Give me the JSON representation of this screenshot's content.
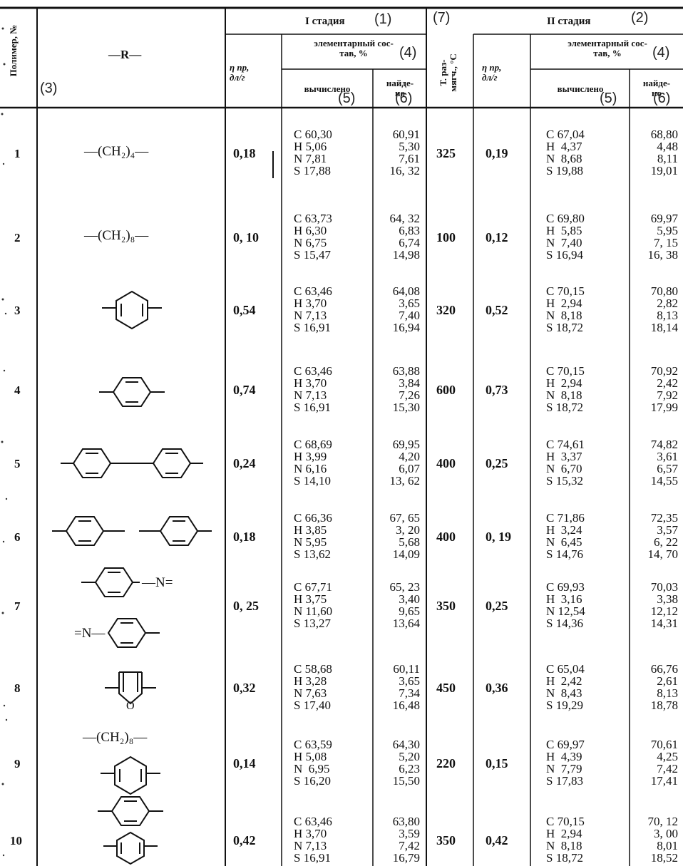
{
  "header": {
    "polymer_no": "Полимер, №",
    "r_group": "—R—",
    "stage1": "I стадия",
    "stage2": "II стадия",
    "elem_comp": "элементарный сос-\nтав, %",
    "calculated": "вычислено",
    "found": "найде-\nно",
    "viscosity": "η пр,\nдл/г",
    "softening_temp": "Т. раз-\nмягч., °С"
  },
  "annotations": [
    "(1)",
    "(2)",
    "(3)",
    "(4)",
    "(5)",
    "(6)",
    "(7)"
  ],
  "rows": [
    {
      "no": "1",
      "r": "—(CH₂)₄—",
      "eta1": "0,18",
      "calc1": [
        "C 60,30",
        "H 5,06",
        "N 7,81",
        "S 17,88"
      ],
      "found1": [
        "60,91",
        "5,30",
        "7,61",
        "16, 32"
      ],
      "t": "325",
      "eta2": "0,19",
      "calc2": [
        "C 67,04",
        "H  4,37",
        "N  8,68",
        "S 19,88"
      ],
      "found2": [
        "68,80",
        "4,48",
        "8,11",
        "19,01"
      ]
    },
    {
      "no": "2",
      "r": "—(CH₂)₈—",
      "eta1": "0, 10",
      "calc1": [
        "C 63,73",
        "H 6,30",
        "N 6,75",
        "S 15,47"
      ],
      "found1": [
        "64, 32",
        "6,83",
        "6,74",
        "14,98"
      ],
      "t": "100",
      "eta2": "0,12",
      "calc2": [
        "C 69,80",
        "H  5,85",
        "N  7,40",
        "S 16,94"
      ],
      "found2": [
        "69,97",
        "5,95",
        "7, 15",
        "16, 38"
      ]
    },
    {
      "no": "3",
      "r": "m-phenylene",
      "eta1": "0,54",
      "calc1": [
        "C 63,46",
        "H 3,70",
        "N 7,13",
        "S 16,91"
      ],
      "found1": [
        "64,08",
        "3,65",
        "7,40",
        "16,94"
      ],
      "t": "320",
      "eta2": "0,52",
      "calc2": [
        "C 70,15",
        "H  2,94",
        "N  8,18",
        "S 18,72"
      ],
      "found2": [
        "70,80",
        "2,82",
        "8,13",
        "18,14"
      ]
    },
    {
      "no": "4",
      "r": "p-phenylene",
      "eta1": "0,74",
      "calc1": [
        "C 63,46",
        "H 3,70",
        "N 7,13",
        "S 16,91"
      ],
      "found1": [
        "63,88",
        "3,84",
        "7,26",
        "15,30"
      ],
      "t": "600",
      "eta2": "0,73",
      "calc2": [
        "C 70,15",
        "H  2,94",
        "N  8,18",
        "S 18,72"
      ],
      "found2": [
        "70,92",
        "2,42",
        "7,92",
        "17,99"
      ]
    },
    {
      "no": "5",
      "r": "biphenylene",
      "eta1": "0,24",
      "calc1": [
        "C 68,69",
        "H 3,99",
        "N 6,16",
        "S 14,10"
      ],
      "found1": [
        "69,95",
        "4,20",
        "6,07",
        "13, 62"
      ],
      "t": "400",
      "eta2": "0,25",
      "calc2": [
        "C 74,61",
        "H  3,37",
        "N  6,70",
        "S 15,32"
      ],
      "found2": [
        "74,82",
        "3,61",
        "6,57",
        "14,55"
      ]
    },
    {
      "no": "6",
      "r": "diphenyl ether",
      "eta1": "0,18",
      "calc1": [
        "C 66,36",
        "H 3,85",
        "N 5,95",
        "S 13,62"
      ],
      "found1": [
        "67, 65",
        "3, 20",
        "5,68",
        "14,09"
      ],
      "t": "400",
      "eta2": "0, 19",
      "calc2": [
        "C 71,86",
        "H  3,24",
        "N  6,45",
        "S 14,76"
      ],
      "found2": [
        "72,35",
        "3,57",
        "6, 22",
        "14, 70"
      ]
    },
    {
      "no": "7",
      "r": "azobenzene",
      "eta1": "0, 25",
      "calc1": [
        "C 67,71",
        "H 3,75",
        "N 11,60",
        "S 13,27"
      ],
      "found1": [
        "65, 23",
        "3,40",
        "9,65",
        "13,64"
      ],
      "t": "350",
      "eta2": "0,25",
      "calc2": [
        "C 69,93",
        "H  3,16",
        "N 12,54",
        "S 14,36"
      ],
      "found2": [
        "70,03",
        "3,38",
        "12,12",
        "14,31"
      ]
    },
    {
      "no": "8",
      "r": "furan",
      "eta1": "0,32",
      "calc1": [
        "C 58,68",
        "H 3,28",
        "N 7,63",
        "S 17,40"
      ],
      "found1": [
        "60,11",
        "3,65",
        "7,34",
        "16,48"
      ],
      "t": "450",
      "eta2": "0,36",
      "calc2": [
        "C 65,04",
        "H  2,42",
        "N  8,43",
        "S 19,29"
      ],
      "found2": [
        "66,76",
        "2,61",
        "8,13",
        "18,78"
      ]
    },
    {
      "no": "9",
      "r": "—(CH₂)₈—",
      "eta1": "0,14",
      "calc1": [
        "C 63,59",
        "H 5,08",
        "N  6,95",
        "S 16,20"
      ],
      "found1": [
        "64,30",
        "5,20",
        "6,23",
        "15,50"
      ],
      "t": "220",
      "eta2": "0,15",
      "calc2": [
        "C 69,97",
        "H  4,39",
        "N  7,79",
        "S 17,83"
      ],
      "found2": [
        "70,61",
        "4,25",
        "7,42",
        "17,41"
      ]
    },
    {
      "no": "10",
      "r": "p-phenylene / m-phenylene",
      "eta1": "0,42",
      "calc1": [
        "C 63,46",
        "H 3,70",
        "N 7,13",
        "S 16,91"
      ],
      "found1": [
        "63,80",
        "3,59",
        "7,42",
        "16,79"
      ],
      "t": "350",
      "eta2": "0,42",
      "calc2": [
        "C 70,15",
        "H  2,94",
        "N  8,18",
        "S 18,72"
      ],
      "found2": [
        "70, 12",
        "3, 00",
        "8,01",
        "18,52"
      ]
    }
  ]
}
